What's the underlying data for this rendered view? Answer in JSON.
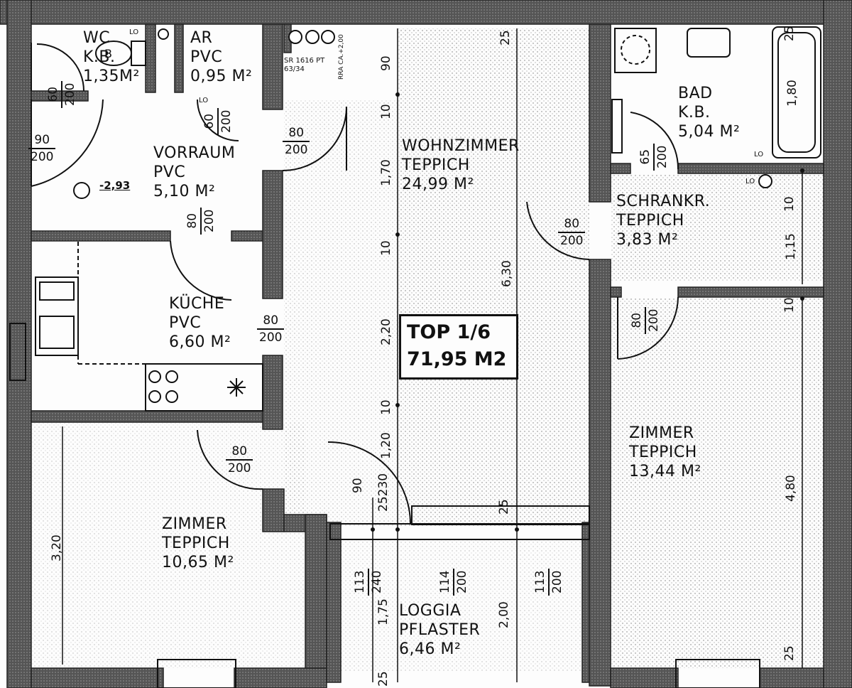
{
  "unit": {
    "label": "TOP 1/6",
    "area": "71,95 M2"
  },
  "rooms": {
    "wc": {
      "name": "WC",
      "floor": "K.B.",
      "area": "1,35M²"
    },
    "ar": {
      "name": "AR",
      "floor": "PVC",
      "area": "0,95 M²"
    },
    "vorraum": {
      "name": "VORRAUM",
      "floor": "PVC",
      "area": "5,10 M²"
    },
    "kueche": {
      "name": "KÜCHE",
      "floor": "PVC",
      "area": "6,60 M²"
    },
    "wohnzimmer": {
      "name": "WOHNZIMMER",
      "floor": "TEPPICH",
      "area": "24,99 M²"
    },
    "bad": {
      "name": "BAD",
      "floor": "K.B.",
      "area": "5,04 M²"
    },
    "schrankraum": {
      "name": "SCHRANKR.",
      "floor": "TEPPICH",
      "area": "3,83 M²"
    },
    "zimmer_right": {
      "name": "ZIMMER",
      "floor": "TEPPICH",
      "area": "13,44 M²"
    },
    "zimmer_left": {
      "name": "ZIMMER",
      "floor": "TEPPICH",
      "area": "10,65 M²"
    },
    "loggia": {
      "name": "LOGGIA",
      "floor": "PFLASTER",
      "area": "6,46 M²"
    }
  },
  "doors": {
    "entry": {
      "w": "90",
      "h": "200"
    },
    "wc": {
      "w": "60",
      "h": "200"
    },
    "ar": {
      "w": "60",
      "h": "200"
    },
    "wohn": {
      "w": "80",
      "h": "200"
    },
    "vorraum_inner": {
      "w": "80",
      "h": "200"
    },
    "kueche": {
      "w": "80",
      "h": "200"
    },
    "zimmer_left": {
      "w": "80",
      "h": "200"
    },
    "schrank": {
      "w": "80",
      "h": "200"
    },
    "schrank_lower": {
      "w": "80",
      "h": "200"
    },
    "bad": {
      "w": "65",
      "h": "200"
    },
    "loggia_left": {
      "w": "113",
      "h": "240"
    },
    "loggia_mid": {
      "w": "114",
      "h": "200"
    },
    "loggia_right": {
      "w": "113",
      "h": "200"
    }
  },
  "dims": {
    "col_90": "90",
    "col_10a": "10",
    "col_170": "1,70",
    "col_10b": "10",
    "col_220": "2,20",
    "col_10c": "10",
    "col_120": "1,20",
    "col_90b": "90",
    "col_25_230": "25230",
    "col_630": "6,30",
    "col_25_top": "25",
    "col_25_mid": "25",
    "col_175": "1,75",
    "col_200": "2,00",
    "col_25_bot": "25",
    "left_320": "3,20",
    "bath_180": "1,80",
    "right_25a": "25",
    "right_10": "10",
    "right_115": "1,15",
    "right_10b": "10",
    "right_480": "4,80",
    "right_25b": "25",
    "level": "-2,93"
  },
  "annotations": {
    "lo1": "LO",
    "lo2": "LO",
    "lo3": "LO",
    "lo4": "LO",
    "sr": "SR 1616 PT",
    "sr2": "63/34",
    "rra": "RRA CA.+2,00",
    "wc_b": "B"
  }
}
